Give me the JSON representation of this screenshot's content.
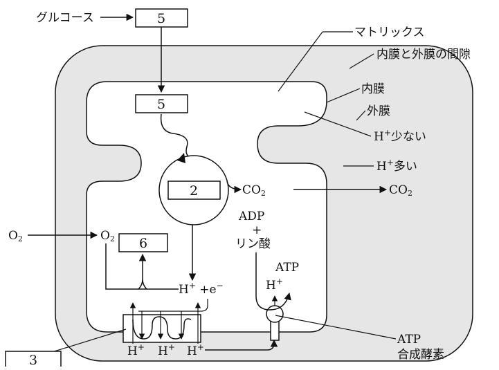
{
  "labels": {
    "glucose": "グルコース",
    "matrix": "マトリックス",
    "intermembrane_space": "内膜と外膜の間隙",
    "inner_membrane": "内膜",
    "outer_membrane": "外膜",
    "h_low": "少ない",
    "h_high": "多い",
    "h": "H",
    "plus": "+",
    "e": "e",
    "minus": "−",
    "co2": "CO",
    "co2_sub": "2",
    "o2": "O",
    "o2_sub": "2",
    "adp": "ADP",
    "plus_sign": "+",
    "phosphate": "リン酸",
    "atp": "ATP",
    "atp_synthase_1": "ATP",
    "atp_synthase_2": "合成酵素"
  },
  "boxes": {
    "glucose_box": "5",
    "matrix_box": "5",
    "cycle_box": "2",
    "oxygen_box": "6",
    "chain_box": "3"
  },
  "colors": {
    "membrane_fill": "#e6e6e6",
    "line": "#111111",
    "background": "#ffffff"
  }
}
